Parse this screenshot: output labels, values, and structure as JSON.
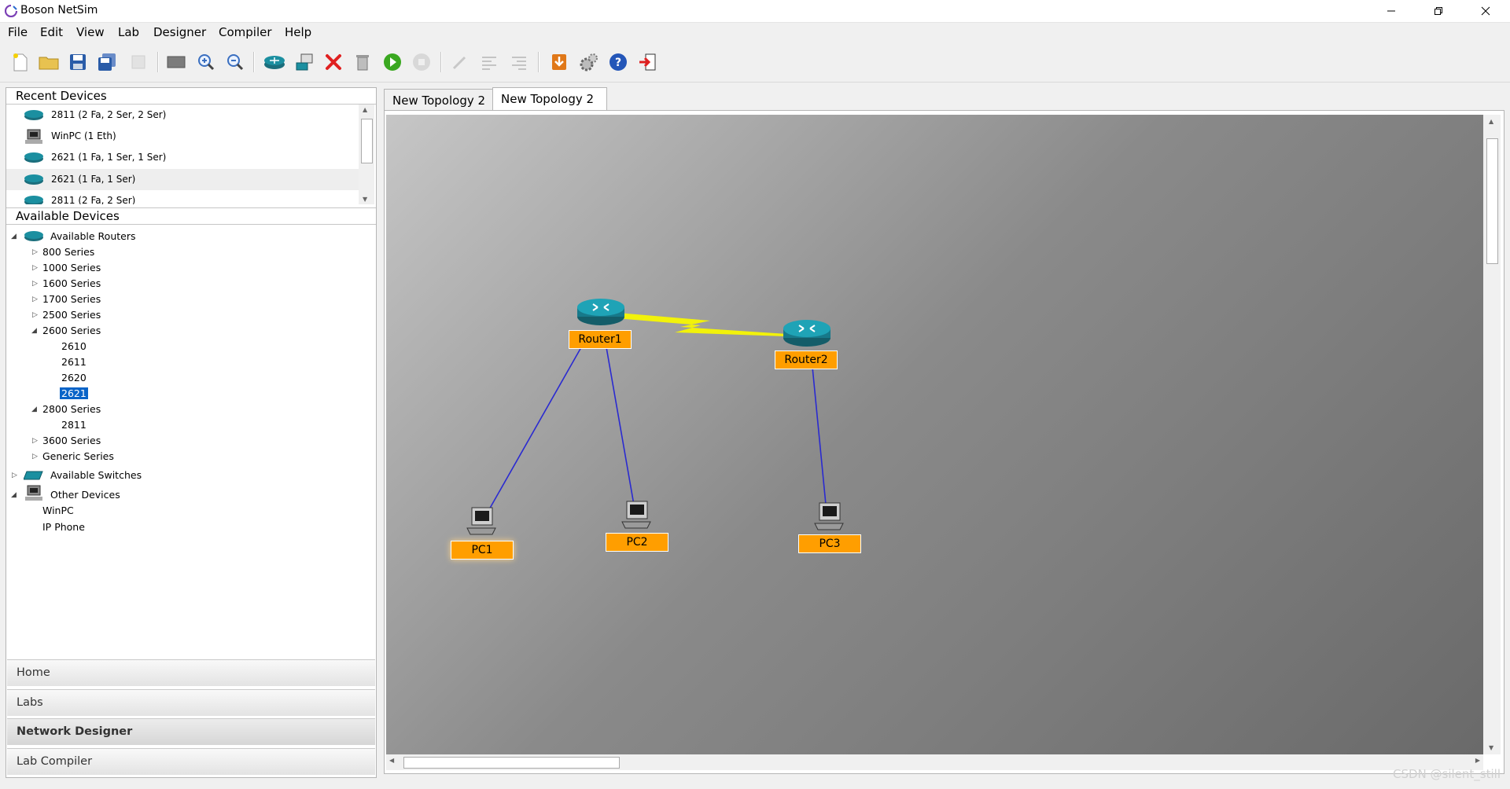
{
  "window": {
    "title": "Boson NetSim"
  },
  "menubar": {
    "items": [
      "File",
      "Edit",
      "View",
      "Lab",
      "Designer",
      "Compiler",
      "Help"
    ]
  },
  "left_panel": {
    "recent_header": "Recent Devices",
    "recent_devices": [
      "2811 (2 Fa, 2 Ser, 2 Ser)",
      "WinPC (1 Eth)",
      "2621 (1 Fa, 1 Ser, 1 Ser)",
      "2621 (1 Fa, 1 Ser)",
      "2811 (2 Fa, 2 Ser)"
    ],
    "available_header": "Available Devices",
    "tree": {
      "routers": "Available Routers",
      "series": [
        "800 Series",
        "1000 Series",
        "1600 Series",
        "1700 Series",
        "2500 Series",
        "2600 Series"
      ],
      "models_2600": [
        "2610",
        "2611",
        "2620",
        "2621"
      ],
      "series_2800": "2800 Series",
      "models_2800": [
        "2811"
      ],
      "series_after": [
        "3600 Series",
        "Generic Series"
      ],
      "switches": "Available Switches",
      "other": "Other Devices",
      "other_items": [
        "WinPC",
        "IP Phone"
      ]
    },
    "nav_buttons": [
      "Home",
      "Labs",
      "Network Designer",
      "Lab Compiler"
    ]
  },
  "tabs": [
    "New Topology 2",
    "New Topology 2"
  ],
  "topology": {
    "devices": [
      "Router1",
      "Router2",
      "PC1",
      "PC2",
      "PC3"
    ],
    "colors": {
      "label_bg": "#ff9e00",
      "serial_link": "#f2f20a",
      "ethernet_link": "#2a2ad0",
      "router": "#1b8fa0"
    }
  },
  "watermark": "CSDN @silent_still"
}
